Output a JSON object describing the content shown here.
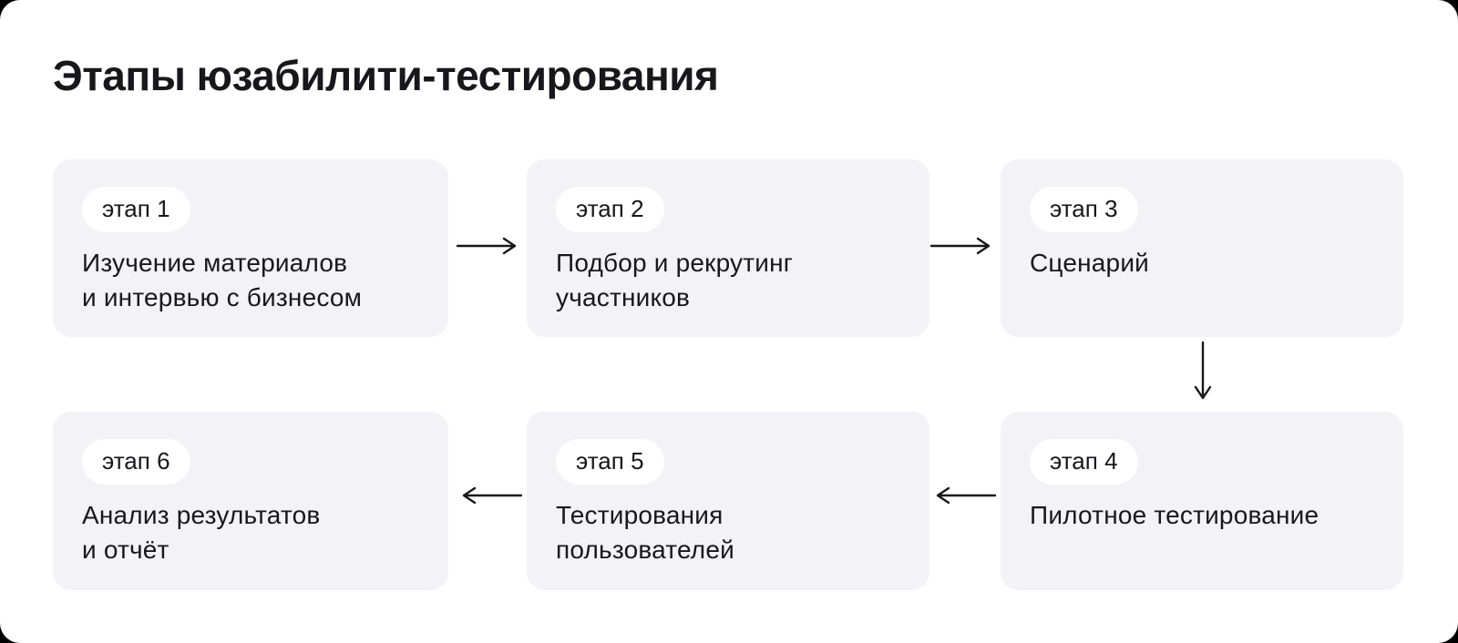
{
  "title": "Этапы юзабилити-тестирования",
  "colors": {
    "page_bg": "#FFFFFF",
    "outer_bg": "#000000",
    "card_bg": "#F2F2F7",
    "badge_bg": "#FFFFFF",
    "text": "#17171C",
    "arrow": "#17171C"
  },
  "cards": [
    {
      "badge": "этап 1",
      "text": "Изучение материалов\nи интервью с бизнесом"
    },
    {
      "badge": "этап 2",
      "text": "Подбор и рекрутинг\nучастников"
    },
    {
      "badge": "этап 3",
      "text": "Сценарий"
    },
    {
      "badge": "этап 4",
      "text": "Пилотное тестирование"
    },
    {
      "badge": "этап 5",
      "text": "Тестирования\nпользователей"
    },
    {
      "badge": "этап 6",
      "text": "Анализ результатов\nи отчёт"
    }
  ],
  "flow": [
    {
      "from": "этап 1",
      "to": "этап 2",
      "direction": "right"
    },
    {
      "from": "этап 2",
      "to": "этап 3",
      "direction": "right"
    },
    {
      "from": "этап 3",
      "to": "этап 4",
      "direction": "down"
    },
    {
      "from": "этап 4",
      "to": "этап 5",
      "direction": "left"
    },
    {
      "from": "этап 5",
      "to": "этап 6",
      "direction": "left"
    }
  ]
}
